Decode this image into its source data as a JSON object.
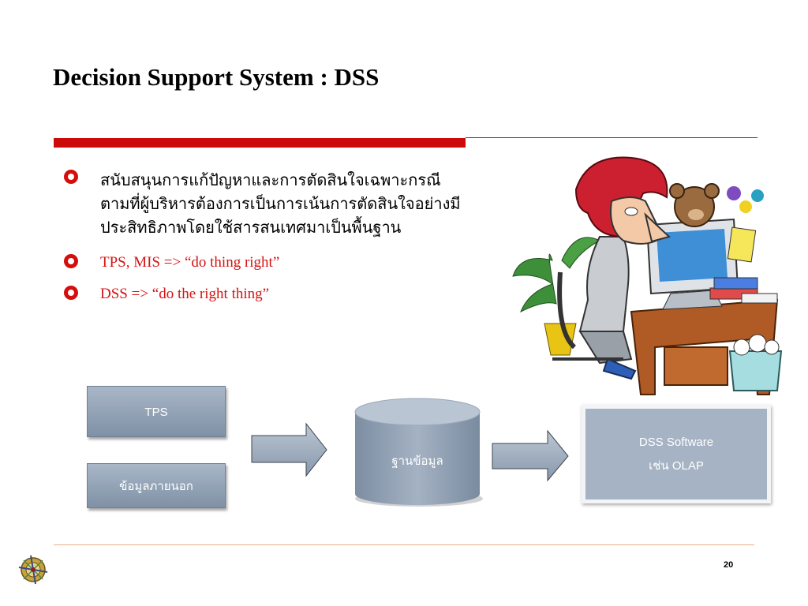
{
  "slide": {
    "title": "Decision Support System : DSS",
    "bullets": [
      {
        "lines": [
          "สนับสนุนการแก้ปัญหาและการตัดสินใจเฉพาะกรณี",
          "ตามที่ผู้บริหารต้องการเป็นการเน้นการตัดสินใจอย่างมี",
          "ประสิทธิภาพโดยใช้สารสนเทศมาเป็นพื้นฐาน"
        ]
      },
      {
        "text": "TPS, MIS => “do thing right”"
      },
      {
        "text": "DSS => “do the right thing”"
      }
    ],
    "page_number": "20"
  },
  "diagram": {
    "source_tps": "TPS",
    "source_external": "ข้อมูลภายนอก",
    "database": "ฐานข้อมูล",
    "dss_line1": "DSS Software",
    "dss_line2": "เช่น OLAP"
  },
  "colors": {
    "accent_red": "#cc0a0a",
    "box_blue": "#8fa0b4"
  },
  "icons": {
    "bullet": "ring-bullet-icon",
    "arrow": "right-arrow-icon",
    "database": "database-cylinder-icon",
    "illustration": "cartoon-office-worker-illustration",
    "logo": "compass-logo-icon"
  }
}
